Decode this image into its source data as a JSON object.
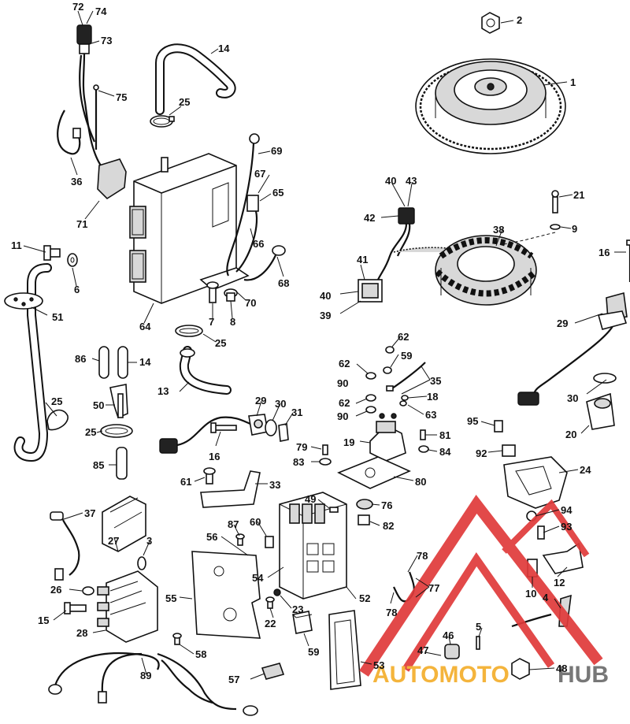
{
  "diagram": {
    "callouts": [
      {
        "text": "72"
      },
      {
        "text": "74"
      },
      {
        "text": "73"
      },
      {
        "text": "14"
      },
      {
        "text": "2"
      },
      {
        "text": "1"
      },
      {
        "text": "75"
      },
      {
        "text": "25"
      },
      {
        "text": "69"
      },
      {
        "text": "36"
      },
      {
        "text": "67"
      },
      {
        "text": "65"
      },
      {
        "text": "71"
      },
      {
        "text": "40"
      },
      {
        "text": "43"
      },
      {
        "text": "21"
      },
      {
        "text": "42"
      },
      {
        "text": "9"
      },
      {
        "text": "38"
      },
      {
        "text": "16"
      },
      {
        "text": "11"
      },
      {
        "text": "66"
      },
      {
        "text": "6"
      },
      {
        "text": "68"
      },
      {
        "text": "41"
      },
      {
        "text": "51"
      },
      {
        "text": "40"
      },
      {
        "text": "39"
      },
      {
        "text": "70"
      },
      {
        "text": "64"
      },
      {
        "text": "7"
      },
      {
        "text": "8"
      },
      {
        "text": "29"
      },
      {
        "text": "25"
      },
      {
        "text": "62"
      },
      {
        "text": "59"
      },
      {
        "text": "86"
      },
      {
        "text": "14"
      },
      {
        "text": "62"
      },
      {
        "text": "35"
      },
      {
        "text": "90"
      },
      {
        "text": "13"
      },
      {
        "text": "18"
      },
      {
        "text": "62"
      },
      {
        "text": "30"
      },
      {
        "text": "50"
      },
      {
        "text": "90"
      },
      {
        "text": "63"
      },
      {
        "text": "25"
      },
      {
        "text": "29"
      },
      {
        "text": "30"
      },
      {
        "text": "31"
      },
      {
        "text": "95"
      },
      {
        "text": "20"
      },
      {
        "text": "25"
      },
      {
        "text": "19"
      },
      {
        "text": "81"
      },
      {
        "text": "79"
      },
      {
        "text": "84"
      },
      {
        "text": "92"
      },
      {
        "text": "16"
      },
      {
        "text": "83"
      },
      {
        "text": "24"
      },
      {
        "text": "85"
      },
      {
        "text": "80"
      },
      {
        "text": "61"
      },
      {
        "text": "33"
      },
      {
        "text": "49"
      },
      {
        "text": "76"
      },
      {
        "text": "94"
      },
      {
        "text": "37"
      },
      {
        "text": "87"
      },
      {
        "text": "60"
      },
      {
        "text": "82"
      },
      {
        "text": "93"
      },
      {
        "text": "56"
      },
      {
        "text": "3"
      },
      {
        "text": "27"
      },
      {
        "text": "78"
      },
      {
        "text": "12"
      },
      {
        "text": "54"
      },
      {
        "text": "77"
      },
      {
        "text": "26"
      },
      {
        "text": "55"
      },
      {
        "text": "52"
      },
      {
        "text": "10"
      },
      {
        "text": "23"
      },
      {
        "text": "78"
      },
      {
        "text": "4"
      },
      {
        "text": "15"
      },
      {
        "text": "22"
      },
      {
        "text": "5"
      },
      {
        "text": "28"
      },
      {
        "text": "46"
      },
      {
        "text": "58"
      },
      {
        "text": "59"
      },
      {
        "text": "47"
      },
      {
        "text": "89"
      },
      {
        "text": "53"
      },
      {
        "text": "48"
      },
      {
        "text": "57"
      }
    ]
  },
  "watermark": {
    "brand_part1": "AUTOMOTO",
    "brand_part2": "HUB",
    "color_primary": "#e03a3a",
    "color_secondary": "#f4b43c",
    "color_tertiary": "#777777"
  }
}
